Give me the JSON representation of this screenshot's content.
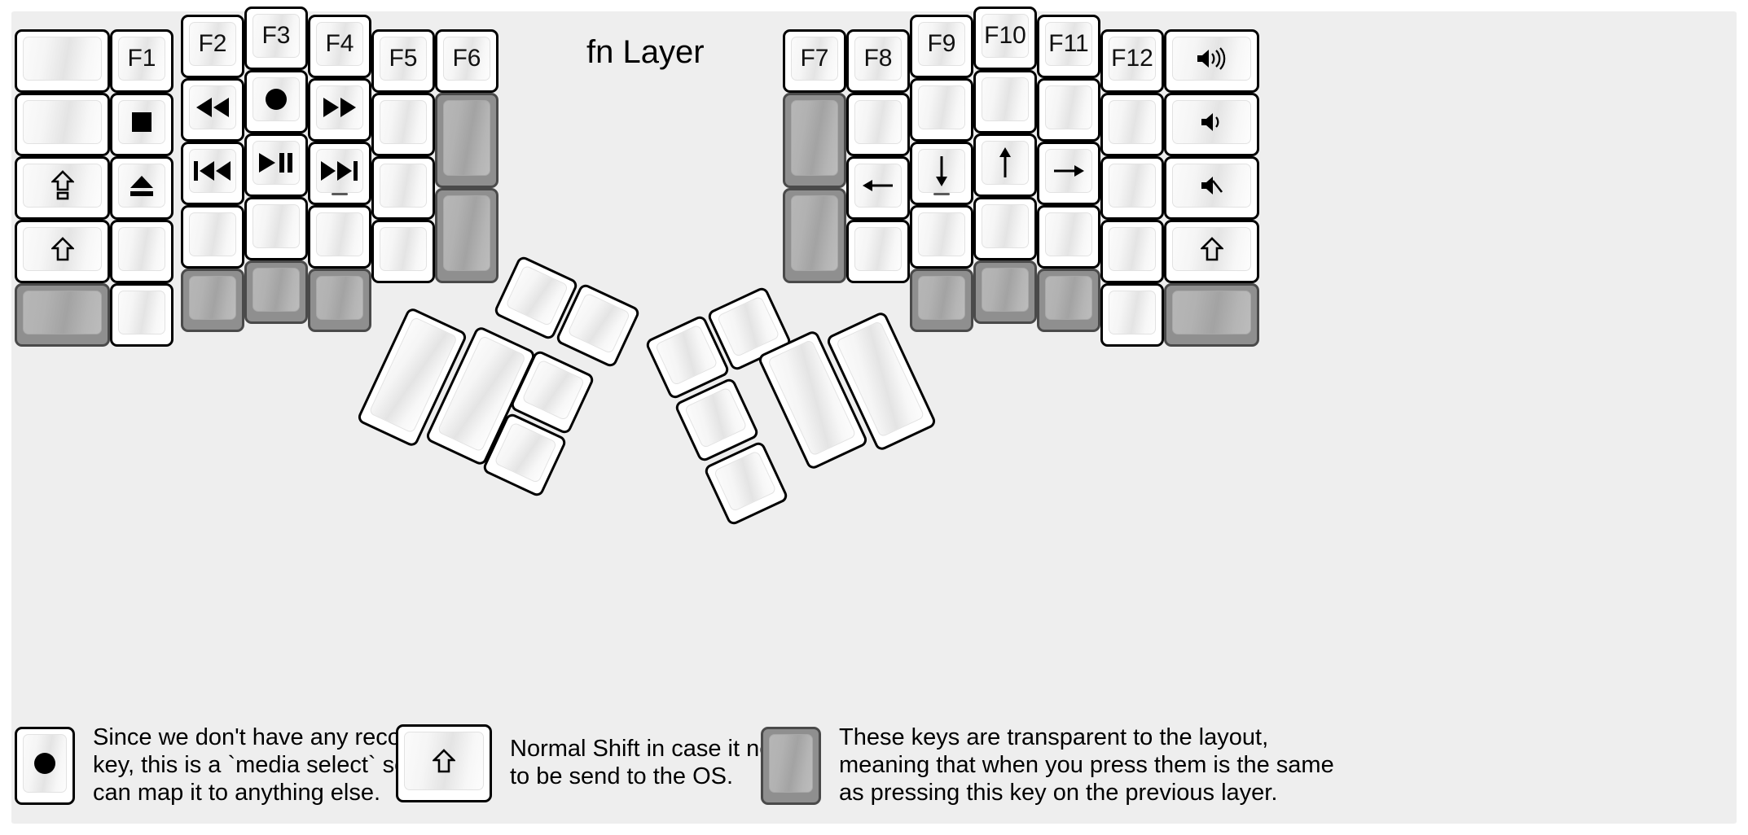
{
  "title": "fn Layer",
  "colors": {
    "background": "#eeeeee",
    "key_face": "#ffffff",
    "key_border": "#000000",
    "transparent_key": "#8f8f8f",
    "transparent_border": "#4a4a4a",
    "text": "#000000"
  },
  "left_half": {
    "columns": [
      {
        "name": "col-outer-left",
        "keys": [
          {
            "label": "",
            "icon": "",
            "state": "normal"
          },
          {
            "label": "",
            "icon": "",
            "state": "normal"
          },
          {
            "label": "",
            "icon": "caps-lock-icon",
            "state": "normal"
          },
          {
            "label": "",
            "icon": "shift-icon",
            "state": "normal"
          },
          {
            "label": "",
            "icon": "",
            "state": "transparent"
          }
        ]
      },
      {
        "name": "col-f1",
        "keys": [
          {
            "label": "F1",
            "icon": "",
            "state": "normal"
          },
          {
            "label": "",
            "icon": "media-stop-icon",
            "state": "normal"
          },
          {
            "label": "",
            "icon": "media-eject-icon",
            "state": "normal"
          },
          {
            "label": "",
            "icon": "",
            "state": "normal"
          },
          {
            "label": "",
            "icon": "",
            "state": "normal"
          }
        ]
      },
      {
        "name": "col-f2",
        "keys": [
          {
            "label": "F2",
            "icon": "",
            "state": "normal"
          },
          {
            "label": "",
            "icon": "media-rewind-icon",
            "state": "normal"
          },
          {
            "label": "",
            "icon": "media-prev-track-icon",
            "state": "normal"
          },
          {
            "label": "",
            "icon": "",
            "state": "normal"
          },
          {
            "label": "",
            "icon": "",
            "state": "transparent"
          }
        ]
      },
      {
        "name": "col-f3",
        "keys": [
          {
            "label": "F3",
            "icon": "",
            "state": "normal"
          },
          {
            "label": "",
            "icon": "media-record-icon",
            "state": "normal"
          },
          {
            "label": "",
            "icon": "media-play-pause-icon",
            "state": "normal"
          },
          {
            "label": "",
            "icon": "",
            "state": "normal"
          },
          {
            "label": "",
            "icon": "",
            "state": "transparent"
          }
        ]
      },
      {
        "name": "col-f4",
        "keys": [
          {
            "label": "F4",
            "icon": "",
            "state": "normal"
          },
          {
            "label": "",
            "icon": "media-fast-forward-icon",
            "state": "normal"
          },
          {
            "label": "",
            "icon": "media-next-track-icon",
            "state": "normal",
            "homing": true
          },
          {
            "label": "",
            "icon": "",
            "state": "normal"
          },
          {
            "label": "",
            "icon": "",
            "state": "transparent"
          }
        ]
      },
      {
        "name": "col-f5",
        "keys": [
          {
            "label": "F5",
            "icon": "",
            "state": "normal"
          },
          {
            "label": "",
            "icon": "",
            "state": "normal"
          },
          {
            "label": "",
            "icon": "",
            "state": "normal"
          },
          {
            "label": "",
            "icon": "",
            "state": "normal"
          }
        ]
      },
      {
        "name": "col-f6",
        "keys": [
          {
            "label": "F6",
            "icon": "",
            "state": "normal"
          },
          {
            "label": "",
            "icon": "",
            "state": "transparent"
          },
          {
            "label": "",
            "icon": "",
            "state": "transparent"
          }
        ]
      }
    ]
  },
  "right_half": {
    "columns": [
      {
        "name": "col-f7",
        "keys": [
          {
            "label": "F7",
            "icon": "",
            "state": "normal"
          },
          {
            "label": "",
            "icon": "",
            "state": "transparent"
          },
          {
            "label": "",
            "icon": "",
            "state": "transparent"
          }
        ]
      },
      {
        "name": "col-f8",
        "keys": [
          {
            "label": "F8",
            "icon": "",
            "state": "normal"
          },
          {
            "label": "",
            "icon": "",
            "state": "normal"
          },
          {
            "label": "",
            "icon": "arrow-left-icon",
            "state": "normal"
          },
          {
            "label": "",
            "icon": "",
            "state": "normal"
          }
        ]
      },
      {
        "name": "col-f9",
        "keys": [
          {
            "label": "F9",
            "icon": "",
            "state": "normal"
          },
          {
            "label": "",
            "icon": "",
            "state": "normal"
          },
          {
            "label": "",
            "icon": "arrow-down-icon",
            "state": "normal",
            "homing": true
          },
          {
            "label": "",
            "icon": "",
            "state": "normal"
          },
          {
            "label": "",
            "icon": "",
            "state": "transparent"
          }
        ]
      },
      {
        "name": "col-f10",
        "keys": [
          {
            "label": "F10",
            "icon": "",
            "state": "normal"
          },
          {
            "label": "",
            "icon": "",
            "state": "normal"
          },
          {
            "label": "",
            "icon": "arrow-up-icon",
            "state": "normal"
          },
          {
            "label": "",
            "icon": "",
            "state": "normal"
          },
          {
            "label": "",
            "icon": "",
            "state": "transparent"
          }
        ]
      },
      {
        "name": "col-f11",
        "keys": [
          {
            "label": "F11",
            "icon": "",
            "state": "normal"
          },
          {
            "label": "",
            "icon": "",
            "state": "normal"
          },
          {
            "label": "",
            "icon": "arrow-right-icon",
            "state": "normal"
          },
          {
            "label": "",
            "icon": "",
            "state": "normal"
          },
          {
            "label": "",
            "icon": "",
            "state": "transparent"
          }
        ]
      },
      {
        "name": "col-f12",
        "keys": [
          {
            "label": "F12",
            "icon": "",
            "state": "normal"
          },
          {
            "label": "",
            "icon": "",
            "state": "normal"
          },
          {
            "label": "",
            "icon": "",
            "state": "normal"
          },
          {
            "label": "",
            "icon": "",
            "state": "normal"
          },
          {
            "label": "",
            "icon": "",
            "state": "normal"
          }
        ]
      },
      {
        "name": "col-outer-right",
        "keys": [
          {
            "label": "",
            "icon": "volume-up-icon",
            "state": "normal"
          },
          {
            "label": "",
            "icon": "volume-down-icon",
            "state": "normal"
          },
          {
            "label": "",
            "icon": "volume-mute-icon",
            "state": "normal"
          },
          {
            "label": "",
            "icon": "shift-icon",
            "state": "normal"
          },
          {
            "label": "",
            "icon": "",
            "state": "transparent"
          }
        ]
      }
    ]
  },
  "left_thumb": {
    "name": "left-thumb-cluster",
    "keys": [
      {
        "size": "2u",
        "state": "normal"
      },
      {
        "size": "2u",
        "state": "normal"
      },
      {
        "size": "1u",
        "state": "normal"
      },
      {
        "size": "1u",
        "state": "normal"
      },
      {
        "size": "1u",
        "state": "normal"
      },
      {
        "size": "1u",
        "state": "normal"
      }
    ]
  },
  "right_thumb": {
    "name": "right-thumb-cluster",
    "keys": [
      {
        "size": "1u",
        "state": "normal"
      },
      {
        "size": "1u",
        "state": "normal"
      },
      {
        "size": "1u",
        "state": "normal"
      },
      {
        "size": "1u",
        "state": "normal"
      },
      {
        "size": "2u",
        "state": "normal"
      },
      {
        "size": "2u",
        "state": "normal"
      }
    ]
  },
  "notes": [
    {
      "icon": "media-record-icon",
      "key_state": "normal",
      "text": "Since we don't have any recording\nkey, this is a `media select` so user\ncan map it to anything else."
    },
    {
      "icon": "shift-icon",
      "key_state": "normal",
      "text": "Normal Shift in case it needs\nto be send to the OS."
    },
    {
      "icon": "",
      "key_state": "transparent",
      "text": "These keys are transparent to the layout,\nmeaning that when you press them is the same\nas pressing this key on the previous layer."
    }
  ]
}
